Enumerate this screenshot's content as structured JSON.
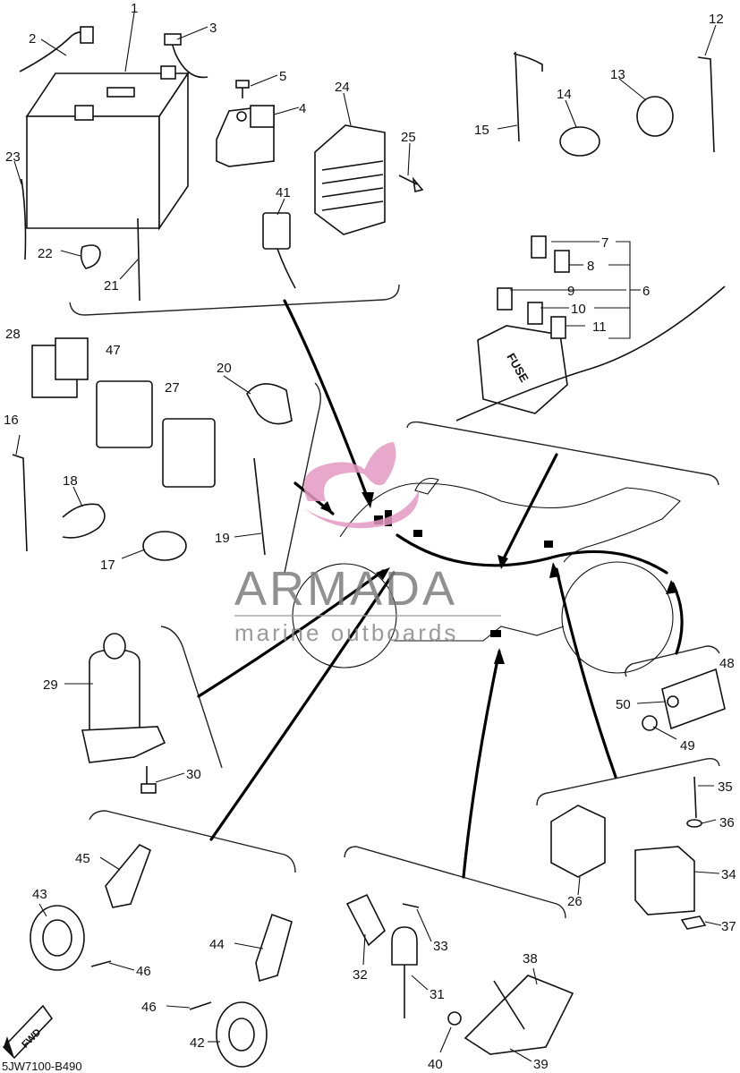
{
  "diagram": {
    "part_labels": {
      "p1": "1",
      "p2": "2",
      "p3": "3",
      "p4": "4",
      "p5": "5",
      "p6": "6",
      "p7": "7",
      "p8": "8",
      "p9": "9",
      "p10": "10",
      "p11": "11",
      "p12": "12",
      "p13": "13",
      "p14": "14",
      "p15": "15",
      "p16": "16",
      "p17": "17",
      "p18": "18",
      "p19": "19",
      "p20": "20",
      "p21": "21",
      "p22": "22",
      "p23": "23",
      "p24": "24",
      "p25": "25",
      "p26": "26",
      "p27": "27",
      "p28": "28",
      "p29": "29",
      "p30": "30",
      "p31": "31",
      "p32": "32",
      "p33": "33",
      "p34": "34",
      "p35": "35",
      "p36": "36",
      "p37": "37",
      "p38": "38",
      "p39": "39",
      "p40": "40",
      "p41": "41",
      "p42": "42",
      "p43": "43",
      "p44": "44",
      "p45": "45",
      "p46a": "46",
      "p46b": "46",
      "p47": "47",
      "p48": "48",
      "p49": "49",
      "p50": "50"
    },
    "fuse_box_text": "FUSE",
    "fwd_badge": "FWD",
    "drawing_code": "5JW7100-B490",
    "colors": {
      "ink": "#111111",
      "watermark_logo": "#e49ac2",
      "watermark_text": "#7d7d7d"
    }
  },
  "watermark": {
    "brand": "ARMADA",
    "tagline": "marine outboards"
  }
}
